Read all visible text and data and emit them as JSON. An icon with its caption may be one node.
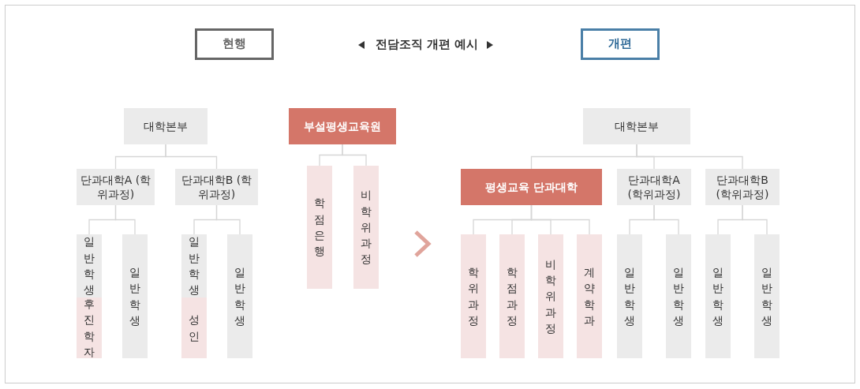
{
  "diagram": {
    "title": "전담조직 개편 예시",
    "nodes": [
      {
        "text": [
          "현행"
        ]
      },
      {
        "text": [
          "개편"
        ]
      },
      {
        "text": [
          "대학본부"
        ]
      },
      {
        "text": [
          "단과대학A (학위과정)"
        ]
      },
      {
        "text": [
          "단과대학B (학위과정)"
        ]
      },
      {
        "text": [
          "일반학생"
        ]
      },
      {
        "text": [
          "후진학자"
        ]
      },
      {
        "text": [
          "일반학생"
        ]
      },
      {
        "text": [
          "일반학생"
        ]
      },
      {
        "text": [
          "성인"
        ]
      },
      {
        "text": [
          "일반학생"
        ]
      },
      {
        "text": [
          "부설평생교육원"
        ]
      },
      {
        "text": [
          "학점은행"
        ]
      },
      {
        "text": [
          "비학위과정"
        ]
      },
      {
        "text": [
          "대학본부"
        ]
      },
      {
        "text": [
          "평생교육 단과대학"
        ]
      },
      {
        "text": [
          "단과대학A (학위과정)"
        ]
      },
      {
        "text": [
          "단과대학B (학위과정)"
        ]
      },
      {
        "text": [
          "학위과정"
        ]
      },
      {
        "text": [
          "학점과정"
        ]
      },
      {
        "text": [
          "비학위과정"
        ]
      },
      {
        "text": [
          "계약학과"
        ]
      },
      {
        "text": [
          "일반학생"
        ]
      },
      {
        "text": [
          "일반학생"
        ]
      },
      {
        "text": [
          "일반학생"
        ]
      },
      {
        "text": [
          "일반학생"
        ]
      }
    ],
    "edges": [
      {
        "from": 2,
        "to": 3,
        "arrow": "none"
      },
      {
        "from": 2,
        "to": 4,
        "arrow": "none"
      },
      {
        "from": 3,
        "to": 5,
        "arrow": "none"
      },
      {
        "from": 3,
        "to": 7,
        "arrow": "none"
      },
      {
        "from": 4,
        "to": 8,
        "arrow": "none"
      },
      {
        "from": 4,
        "to": 10,
        "arrow": "none"
      },
      {
        "from": 11,
        "to": 12,
        "arrow": "none"
      },
      {
        "from": 11,
        "to": 13,
        "arrow": "none"
      },
      {
        "from": 14,
        "to": 15,
        "arrow": "none"
      },
      {
        "from": 14,
        "to": 16,
        "arrow": "none"
      },
      {
        "from": 14,
        "to": 17,
        "arrow": "none"
      },
      {
        "from": 15,
        "to": 18,
        "arrow": "none"
      },
      {
        "from": 15,
        "to": 19,
        "arrow": "none"
      },
      {
        "from": 15,
        "to": 20,
        "arrow": "none"
      },
      {
        "from": 15,
        "to": 21,
        "arrow": "none"
      },
      {
        "from": 16,
        "to": 22,
        "arrow": "none"
      },
      {
        "from": 16,
        "to": 23,
        "arrow": "none"
      },
      {
        "from": 17,
        "to": 24,
        "arrow": "none"
      },
      {
        "from": 17,
        "to": 25,
        "arrow": "none"
      }
    ]
  }
}
